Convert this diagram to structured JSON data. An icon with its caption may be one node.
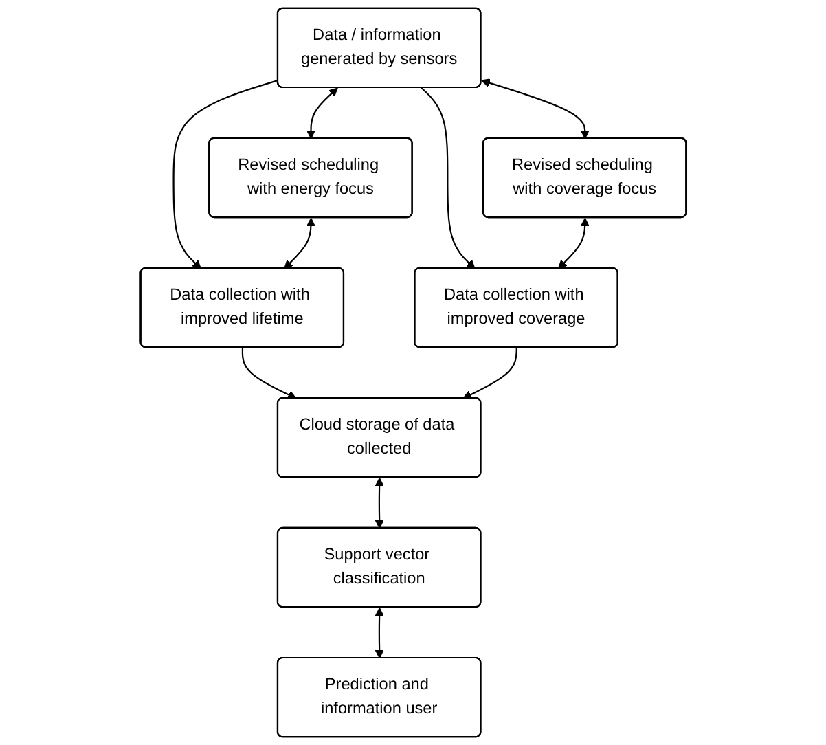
{
  "diagram": {
    "nodes": [
      {
        "text": [
          "Data / information generated by sensors"
        ]
      },
      {
        "text": [
          "Revised scheduling with energy focus"
        ]
      },
      {
        "text": [
          "Revised scheduling with coverage focus"
        ]
      },
      {
        "text": [
          "Data collection with improved lifetime"
        ]
      },
      {
        "text": [
          "Data collection with improved coverage"
        ]
      },
      {
        "text": [
          "Cloud storage of data collected"
        ]
      },
      {
        "text": [
          "Support vector classification"
        ]
      },
      {
        "text": [
          "Prediction and information user"
        ]
      }
    ],
    "edges": [
      {
        "from": 0,
        "to": 1,
        "arrow": "both"
      },
      {
        "from": 0,
        "to": 2,
        "arrow": "both"
      },
      {
        "from": 0,
        "to": 3,
        "arrow": "to"
      },
      {
        "from": 0,
        "to": 4,
        "arrow": "to"
      },
      {
        "from": 1,
        "to": 3,
        "arrow": "both"
      },
      {
        "from": 2,
        "to": 4,
        "arrow": "both"
      },
      {
        "from": 3,
        "to": 5,
        "arrow": "to"
      },
      {
        "from": 4,
        "to": 5,
        "arrow": "to"
      },
      {
        "from": 5,
        "to": 6,
        "arrow": "both"
      },
      {
        "from": 6,
        "to": 7,
        "arrow": "both"
      }
    ]
  }
}
